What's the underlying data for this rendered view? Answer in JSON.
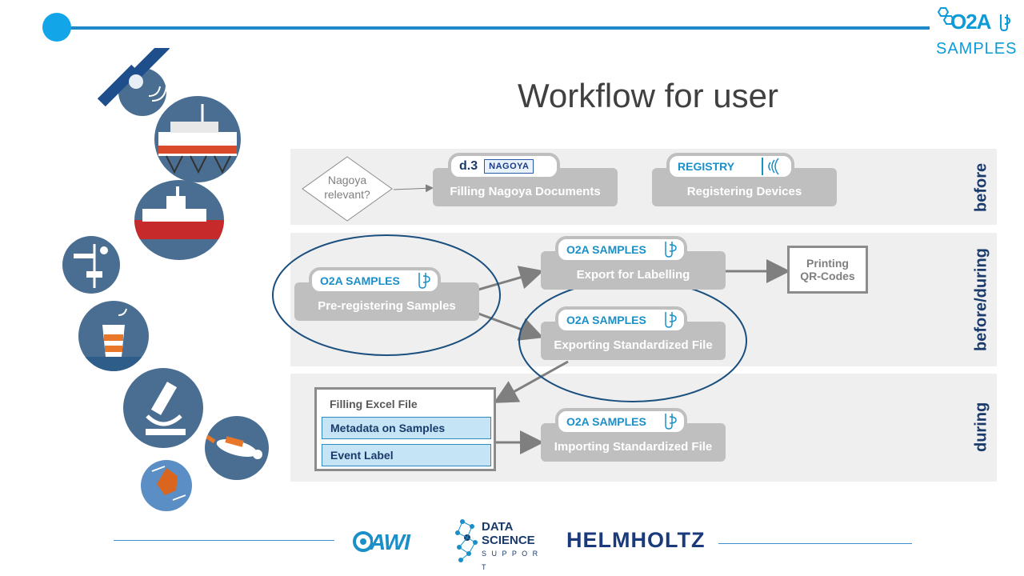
{
  "header": {
    "title": "Workflow for user",
    "logo_top": "O2A",
    "logo_bottom": "SAMPLES"
  },
  "rows": [
    {
      "label": "before"
    },
    {
      "label": "before/during"
    },
    {
      "label": "during"
    }
  ],
  "before": {
    "decision": [
      "Nagoya",
      "relevant?"
    ],
    "nagoya_box": {
      "pill_prefix": "d.3",
      "pill_badge": "NAGOYA",
      "label": "Filling  Nagoya Documents"
    },
    "registry_box": {
      "pill": "REGISTRY",
      "label": "Registering Devices"
    }
  },
  "before_during": {
    "pre_register": {
      "pill": "O2A SAMPLES",
      "label": "Pre-registering  Samples"
    },
    "export_label": {
      "pill": "O2A SAMPLES",
      "label": "Export for Labelling"
    },
    "export_std": {
      "pill": "O2A SAMPLES",
      "label": "Exporting Standardized File"
    },
    "printing": [
      "Printing",
      "QR-Codes"
    ]
  },
  "during": {
    "excel": {
      "title": "Filling Excel File",
      "items": [
        "Metadata on Samples",
        "Event Label"
      ]
    },
    "import_std": {
      "pill": "O2A SAMPLES",
      "label": "Importing Standardized File"
    }
  },
  "footer": {
    "logos": [
      "AWI",
      "DATA SCIENCE SUPPORT",
      "HELMHOLTZ"
    ],
    "logo_lines": [
      "DATA",
      "SCIENCE",
      "S U P P O R T"
    ]
  },
  "colors": {
    "accent": "#1e88c8",
    "navy": "#1a3a6b",
    "box_grey": "#bfbfbf",
    "band": "#efefef"
  }
}
